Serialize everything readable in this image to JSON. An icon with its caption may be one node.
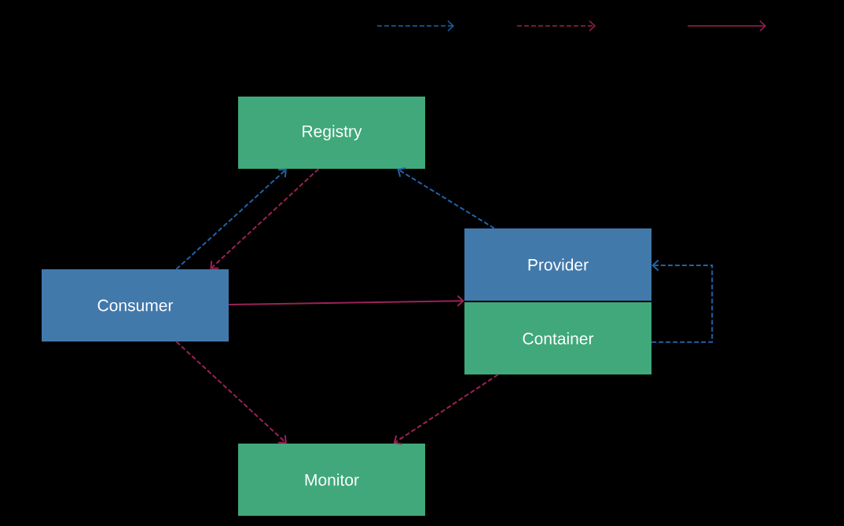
{
  "diagram": {
    "nodes": [
      {
        "text": [
          "Registry"
        ]
      },
      {
        "text": [
          "Consumer"
        ]
      },
      {
        "text": [
          "Provider"
        ]
      },
      {
        "text": [
          "Container"
        ]
      },
      {
        "text": [
          "Monitor"
        ]
      }
    ],
    "edges": [
      {
        "from": 1,
        "to": 0,
        "arrow": "to",
        "style": "dashed",
        "color": "#1f63a8"
      },
      {
        "from": 0,
        "to": 1,
        "arrow": "to",
        "style": "dashed"
      },
      {
        "from": 2,
        "to": 0,
        "arrow": "to",
        "style": "dashed",
        "color": "#1f63a8"
      },
      {
        "from": 1,
        "to": 2,
        "arrow": "to"
      },
      {
        "from": 3,
        "to": 2,
        "arrow": "to",
        "style": "dashed",
        "color": "#1f63a8"
      },
      {
        "from": 1,
        "to": 4,
        "arrow": "to",
        "style": "dashed"
      },
      {
        "from": 3,
        "to": 4,
        "arrow": "to",
        "style": "dashed"
      }
    ]
  }
}
